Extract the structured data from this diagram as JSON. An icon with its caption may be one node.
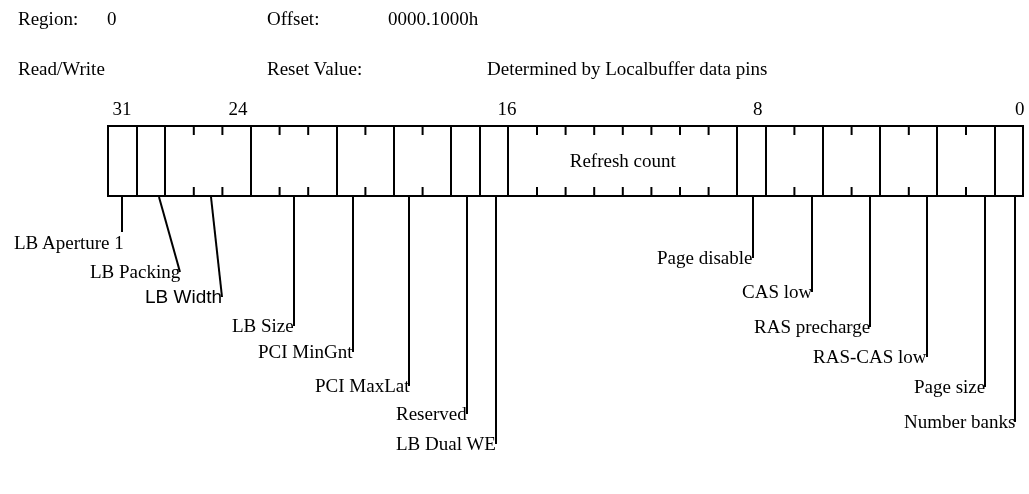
{
  "diagram": {
    "nodes": [
      {
        "text": [],
        "shape": "box"
      },
      {
        "text": [],
        "shape": "box"
      },
      {
        "text": [],
        "shape": "box"
      },
      {
        "text": [],
        "shape": "box"
      },
      {
        "text": [],
        "shape": "box"
      },
      {
        "text": [],
        "shape": "box"
      },
      {
        "text": [],
        "shape": "box"
      },
      {
        "text": [],
        "shape": "box"
      },
      {
        "text": [
          "Refresh count"
        ]
      },
      {
        "text": [],
        "shape": "box"
      },
      {
        "text": [],
        "shape": "box"
      },
      {
        "text": [],
        "shape": "box"
      },
      {
        "text": [],
        "shape": "box"
      },
      {
        "text": [],
        "shape": "box"
      },
      {
        "text": [],
        "shape": "box"
      },
      {
        "text": [
          "LB Aperture 1"
        ]
      },
      {
        "text": [
          "LB Packing"
        ]
      },
      {
        "text": [
          "LB Width"
        ]
      },
      {
        "text": [
          "LB Size"
        ]
      },
      {
        "text": [
          "PCI MinGnt"
        ]
      },
      {
        "text": [
          "PCI MaxLat"
        ]
      },
      {
        "text": [
          "Reserved"
        ]
      },
      {
        "text": [
          "LB Dual WE"
        ]
      },
      {
        "text": [
          "Page disable"
        ]
      },
      {
        "text": [
          "CAS low"
        ]
      },
      {
        "text": [
          "RAS precharge"
        ]
      },
      {
        "text": [
          "RAS-CAS low"
        ]
      },
      {
        "text": [
          "Page size"
        ]
      },
      {
        "text": [
          "Number banks"
        ]
      }
    ],
    "edges": [
      {
        "from": 15,
        "to": 0,
        "arrow": "none"
      },
      {
        "from": 16,
        "to": 1,
        "arrow": "none"
      },
      {
        "from": 17,
        "to": 2,
        "arrow": "none"
      },
      {
        "from": 18,
        "to": 3,
        "arrow": "none"
      },
      {
        "from": 19,
        "to": 4,
        "arrow": "none"
      },
      {
        "from": 20,
        "to": 5,
        "arrow": "none"
      },
      {
        "from": 21,
        "to": 6,
        "arrow": "none"
      },
      {
        "from": 22,
        "to": 7,
        "arrow": "none"
      },
      {
        "from": 23,
        "to": 9,
        "arrow": "none"
      },
      {
        "from": 24,
        "to": 10,
        "arrow": "none"
      },
      {
        "from": 25,
        "to": 11,
        "arrow": "none"
      },
      {
        "from": 26,
        "to": 12,
        "arrow": "none"
      },
      {
        "from": 27,
        "to": 13,
        "arrow": "none"
      },
      {
        "from": 28,
        "to": 14,
        "arrow": "none"
      }
    ],
    "labels": [
      "Region:",
      "0",
      "Offset:",
      "0000.1000h",
      "Read/Write",
      "Reset Value:",
      "Determined by Localbuffer data pins",
      "31",
      "24",
      "16",
      "8",
      "0"
    ]
  }
}
